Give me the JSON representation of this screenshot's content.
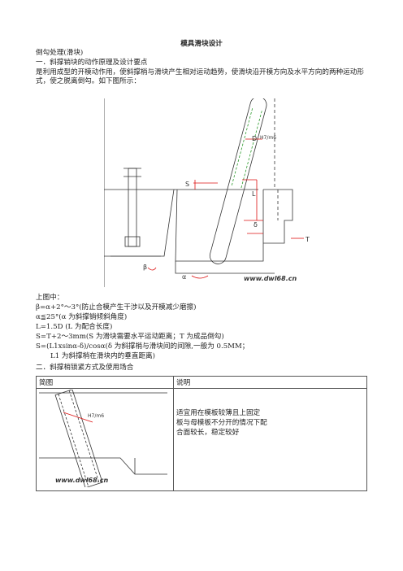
{
  "doc": {
    "title": "模具滑块设计",
    "subtitle": "倒勾处理(滑块)",
    "section1": "一．斜撑销块的动作原理及设计要点",
    "para1": "是利用成型的开模动作用，使斜撑梢与滑块产生相对运动趋势，使滑块沿开模方向及水平方向的两种运动形式，使之脱离倒勾。如下图所示：",
    "figure1": {
      "label_s": "S",
      "label_t": "T",
      "label_l": "L",
      "label_delta": "δ",
      "label_d": "D",
      "label_fit": "H7/m6",
      "label_beta": "β",
      "label_alpha": "α",
      "watermark": "www.dwl68.cn"
    },
    "caption": "上图中：",
    "lines": [
      "β=α+2°～3°(防止合模产生干涉以及开模减少磨擦)",
      "α≦25°(α 为斜撑销倾斜角度)",
      "L=1.5D   (L 为配合长度)",
      "S=T+2～3mm(S 为滑块需要水平运动距离；T 为成品倒勾)",
      "S=(L1xsinα-δ)/cosα(δ 为斜撑梢与滑块间的间隙,一般为 0.5MM；",
      "L1 为斜撑梢在滑块内的垂直距离)"
    ],
    "section2": "二．斜撑梢锁紧方式及使用场合",
    "table": {
      "col1": "简图",
      "col2": "说明",
      "desc": [
        "适宜用在模板较薄且上固定",
        "板与母模板不分开的情况下配",
        "合面较长，稳定较好"
      ],
      "fig_label_fit": "H7/m6",
      "watermark": "www.dwl68.cn"
    }
  }
}
